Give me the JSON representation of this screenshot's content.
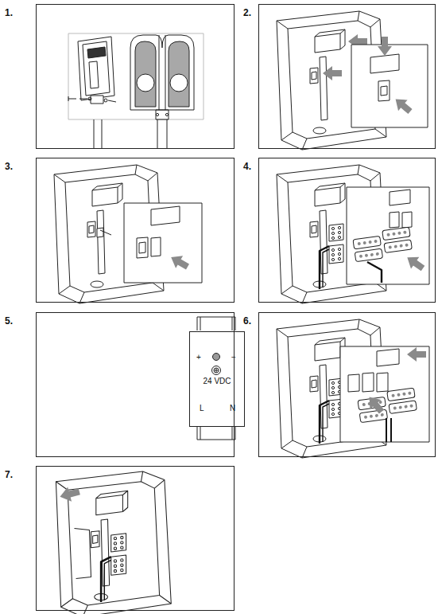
{
  "diagram": {
    "nodes": [
      {
        "text": [
          "1."
        ]
      },
      {
        "text": [
          "2."
        ]
      },
      {
        "text": [
          "3."
        ]
      },
      {
        "text": [
          "4."
        ]
      },
      {
        "text": [
          "5."
        ]
      },
      {
        "text": [
          "+",
          "−",
          "24 VDC",
          "L",
          "N"
        ],
        "in": 4
      },
      {
        "text": [
          "6."
        ]
      },
      {
        "text": [
          "7."
        ]
      }
    ]
  }
}
